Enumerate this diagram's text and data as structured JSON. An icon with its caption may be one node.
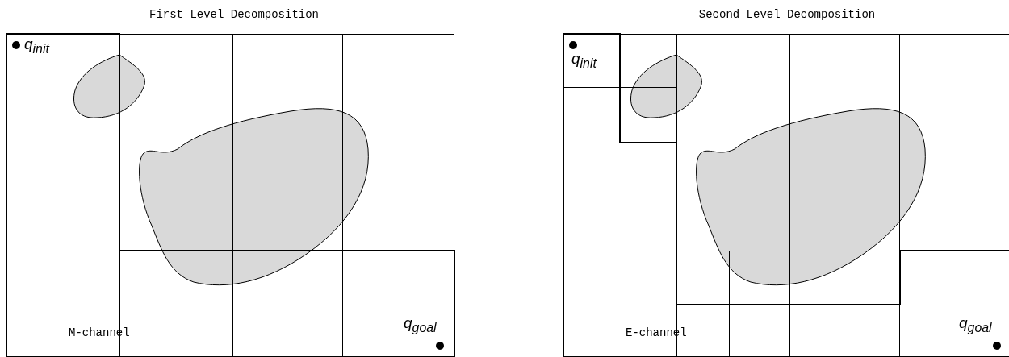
{
  "diagram": {
    "labels": [
      "First Level Decomposition",
      "Second Level Decomposition",
      "q$_{init}$",
      "M-channel",
      "q$_{goal}$",
      "q$_{init}$",
      "E-channel",
      "q$_{goal}$"
    ]
  }
}
